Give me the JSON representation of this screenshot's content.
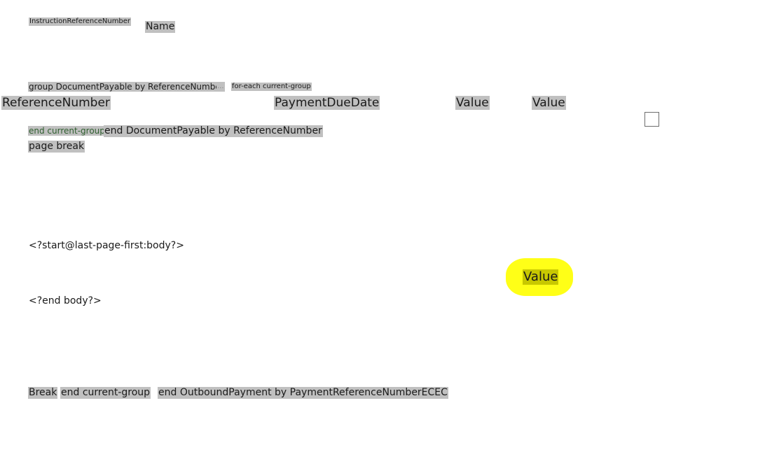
{
  "header": {
    "instruction_ref": "InstructionReferenceNumber",
    "name": "Name"
  },
  "group_block": {
    "group_start": "group DocumentPayable by ReferenceNumber",
    "ellipsis": "...",
    "for_each": "for-each current-group",
    "columns": [
      "ReferenceNumber",
      "PaymentDueDate",
      "Value",
      "Value"
    ],
    "end_current_group": "end current-group",
    "end_group": "end DocumentPayable by ReferenceNumber",
    "page_break": "page break"
  },
  "body_section": {
    "start_tag": "<?start@last-page-first:body?>",
    "highlighted_value": "Value",
    "end_tag": "<?end body?>"
  },
  "footer": {
    "break": "Break",
    "end_current_group": "end current-group",
    "end_outbound": "end OutboundPayment by PaymentReferenceNumberECEC"
  },
  "colors": {
    "field_bg": "#c0c0c0",
    "highlight": "#ffff17"
  }
}
